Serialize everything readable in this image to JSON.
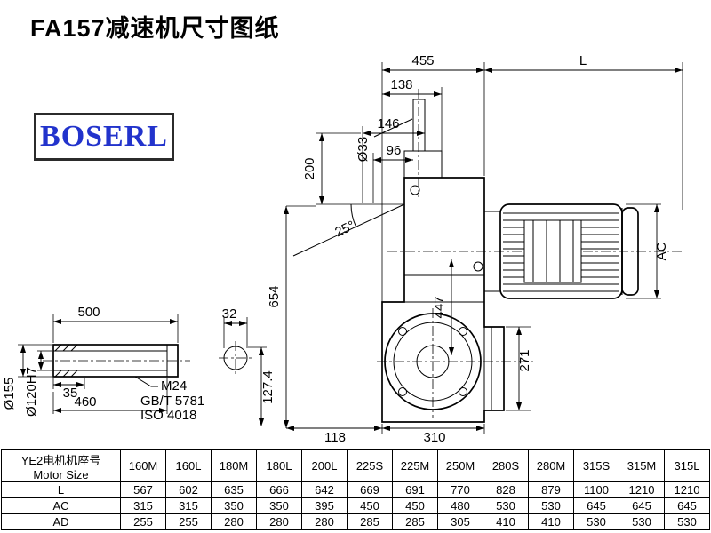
{
  "title": "FA157减速机尺寸图纸",
  "logo": {
    "text": "BOSERL",
    "color": "#2233cc"
  },
  "drawing": {
    "dims": {
      "d455": "455",
      "dL": "L",
      "d138": "138",
      "d146": "146",
      "d96": "96",
      "dia33": "Ø33",
      "d200": "200",
      "ang25": "25°",
      "d654": "654",
      "d447": "447",
      "dAC": "AC",
      "d271": "271",
      "d500": "500",
      "d32": "32",
      "d35": "35",
      "d460": "460",
      "dia155": "Ø155",
      "dia120": "Ø120H7",
      "m24": "M24",
      "gbt": "GB/T 5781",
      "iso": "ISO 4018",
      "d127": "127.4",
      "d118": "118",
      "d310": "310"
    }
  },
  "table": {
    "header_line1": "YE2电机机座号",
    "header_line2": "Motor Size",
    "columns": [
      "160M",
      "160L",
      "180M",
      "180L",
      "200L",
      "225S",
      "225M",
      "250M",
      "280S",
      "280M",
      "315S",
      "315M",
      "315L"
    ],
    "rows": [
      {
        "label": "L",
        "values": [
          "567",
          "602",
          "635",
          "666",
          "642",
          "669",
          "691",
          "770",
          "828",
          "879",
          "1100",
          "1210",
          "1210"
        ]
      },
      {
        "label": "AC",
        "values": [
          "315",
          "315",
          "350",
          "350",
          "395",
          "450",
          "450",
          "480",
          "530",
          "530",
          "645",
          "645",
          "645"
        ]
      },
      {
        "label": "AD",
        "values": [
          "255",
          "255",
          "280",
          "280",
          "280",
          "285",
          "285",
          "305",
          "410",
          "410",
          "530",
          "530",
          "530"
        ]
      }
    ]
  }
}
